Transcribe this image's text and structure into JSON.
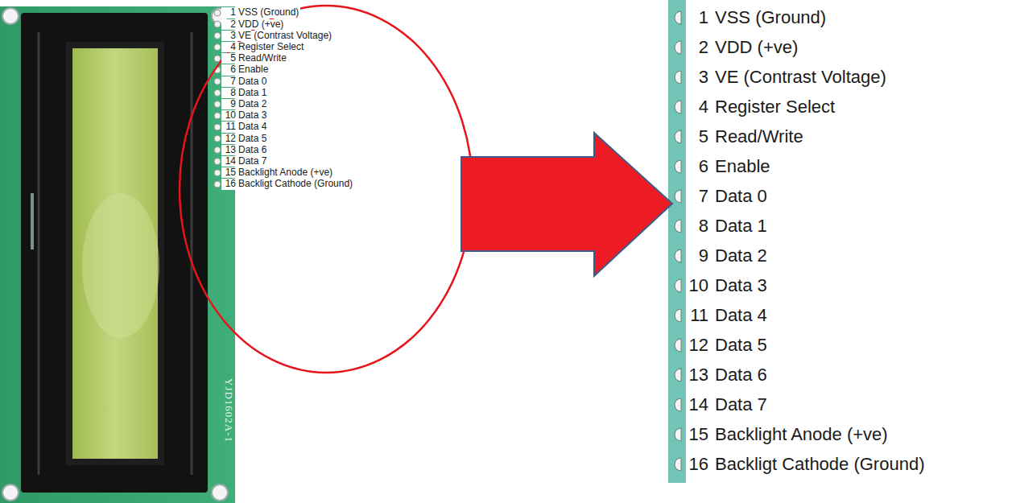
{
  "diagram": {
    "labels": [
      "1",
      "VSS (Ground)",
      "2",
      "VDD (+ve)",
      "3",
      "VE (Contrast Voltage)",
      "4",
      "Register Select",
      "5",
      "Read/Write",
      "6",
      "Enable",
      "7",
      "Data 0",
      "8",
      "Data 1",
      "9",
      "Data 2",
      "10",
      "Data 3",
      "11",
      "Data 4",
      "12",
      "Data 5",
      "13",
      "Data 6",
      "14",
      "Data 7",
      "15",
      "Backlight Anode (+ve)",
      "16",
      "Backligt Cathode (Ground)",
      "YJD1602A-1",
      "1",
      "VSS (Ground)",
      "2",
      "VDD (+ve)",
      "3",
      "VE (Contrast Voltage)",
      "4",
      "Register Select",
      "5",
      "Read/Write",
      "6",
      "Enable",
      "7",
      "Data 0",
      "8",
      "Data 1",
      "9",
      "Data 2",
      "10",
      "Data 3",
      "11",
      "Data 4",
      "12",
      "Data 5",
      "13",
      "Data 6",
      "14",
      "Data 7",
      "15",
      "Backlight Anode (+ve)",
      "16",
      "Backligt Cathode (Ground)"
    ]
  }
}
